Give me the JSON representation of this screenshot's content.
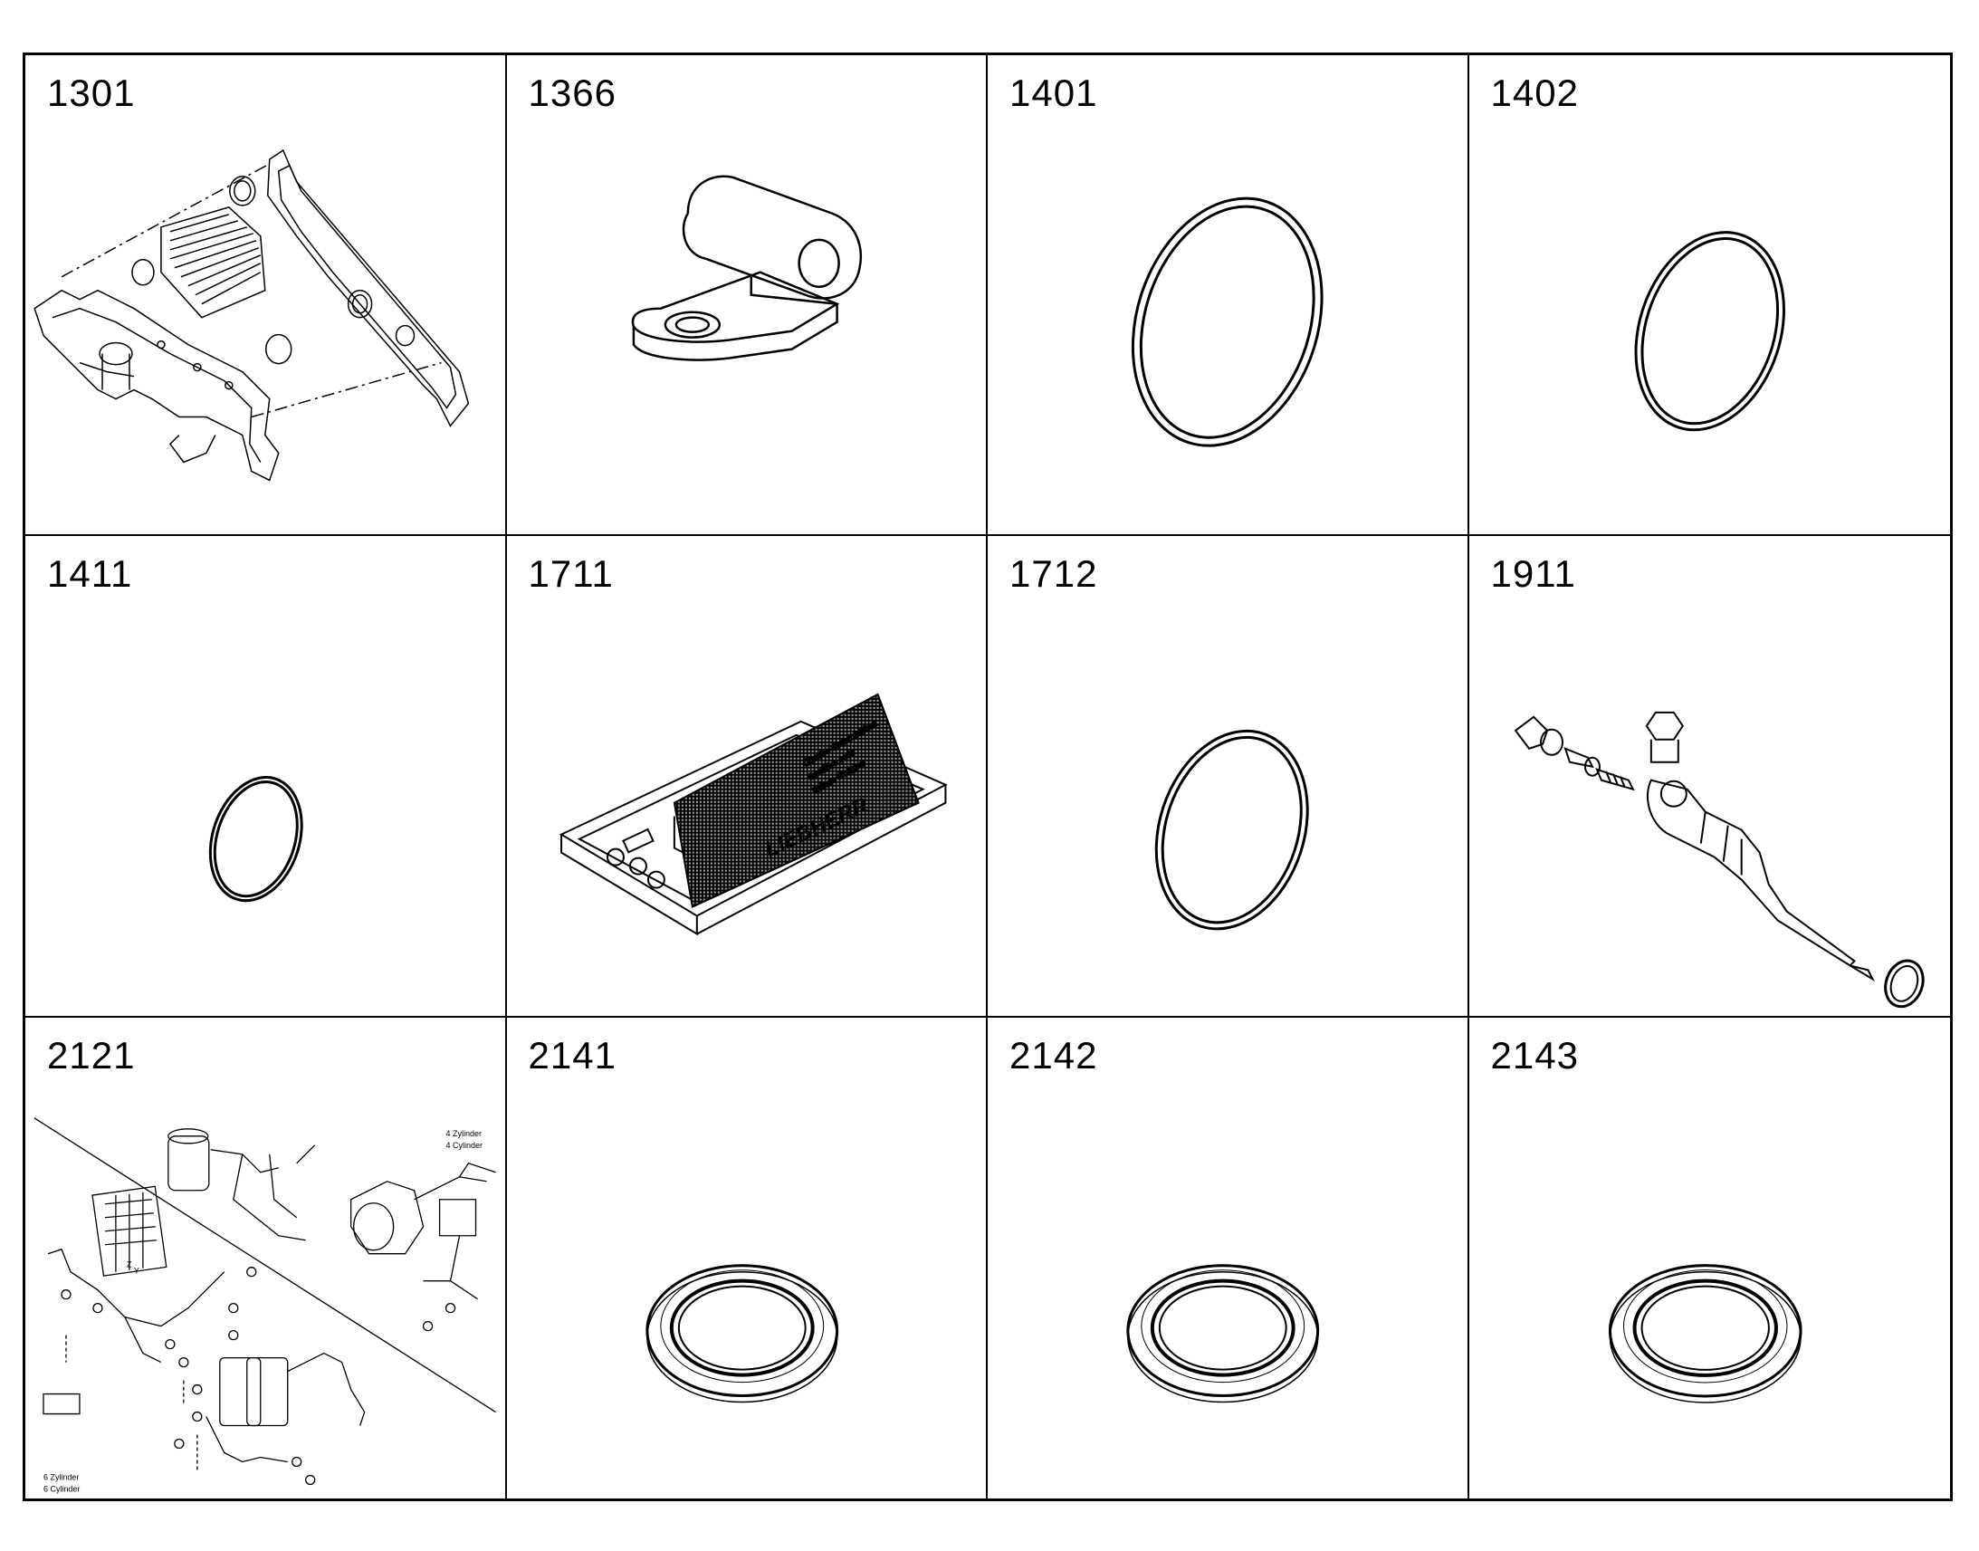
{
  "parts": [
    {
      "number": "1301",
      "icon": "oil-cooler-assembly-icon"
    },
    {
      "number": "1366",
      "icon": "bracket-clip-icon"
    },
    {
      "number": "1401",
      "icon": "o-ring-large-icon"
    },
    {
      "number": "1402",
      "icon": "o-ring-medium-icon"
    },
    {
      "number": "1411",
      "icon": "o-ring-small-icon"
    },
    {
      "number": "1711",
      "icon": "liebherr-tool-kit-icon"
    },
    {
      "number": "1712",
      "icon": "o-ring-oval-icon"
    },
    {
      "number": "1911",
      "icon": "injector-assembly-icon"
    },
    {
      "number": "2121",
      "icon": "fuel-system-exploded-icon"
    },
    {
      "number": "2141",
      "icon": "sealing-ring-icon"
    },
    {
      "number": "2142",
      "icon": "sealing-ring-icon"
    },
    {
      "number": "2143",
      "icon": "sealing-ring-icon"
    }
  ],
  "labels": {
    "brand": "LIEBHERR",
    "card_line1": "Ölprobe-Steuerzeichen",
    "card_line2": "Sensitive code",
    "card_line3": "Indices d'origine",
    "cyl4_de": "4 Zylinder",
    "cyl4_en": "4 Cylinder",
    "cyl6_de": "6 Zylinder",
    "cyl6_en": "6 Cylinder",
    "z": "Z",
    "y": "Y"
  }
}
